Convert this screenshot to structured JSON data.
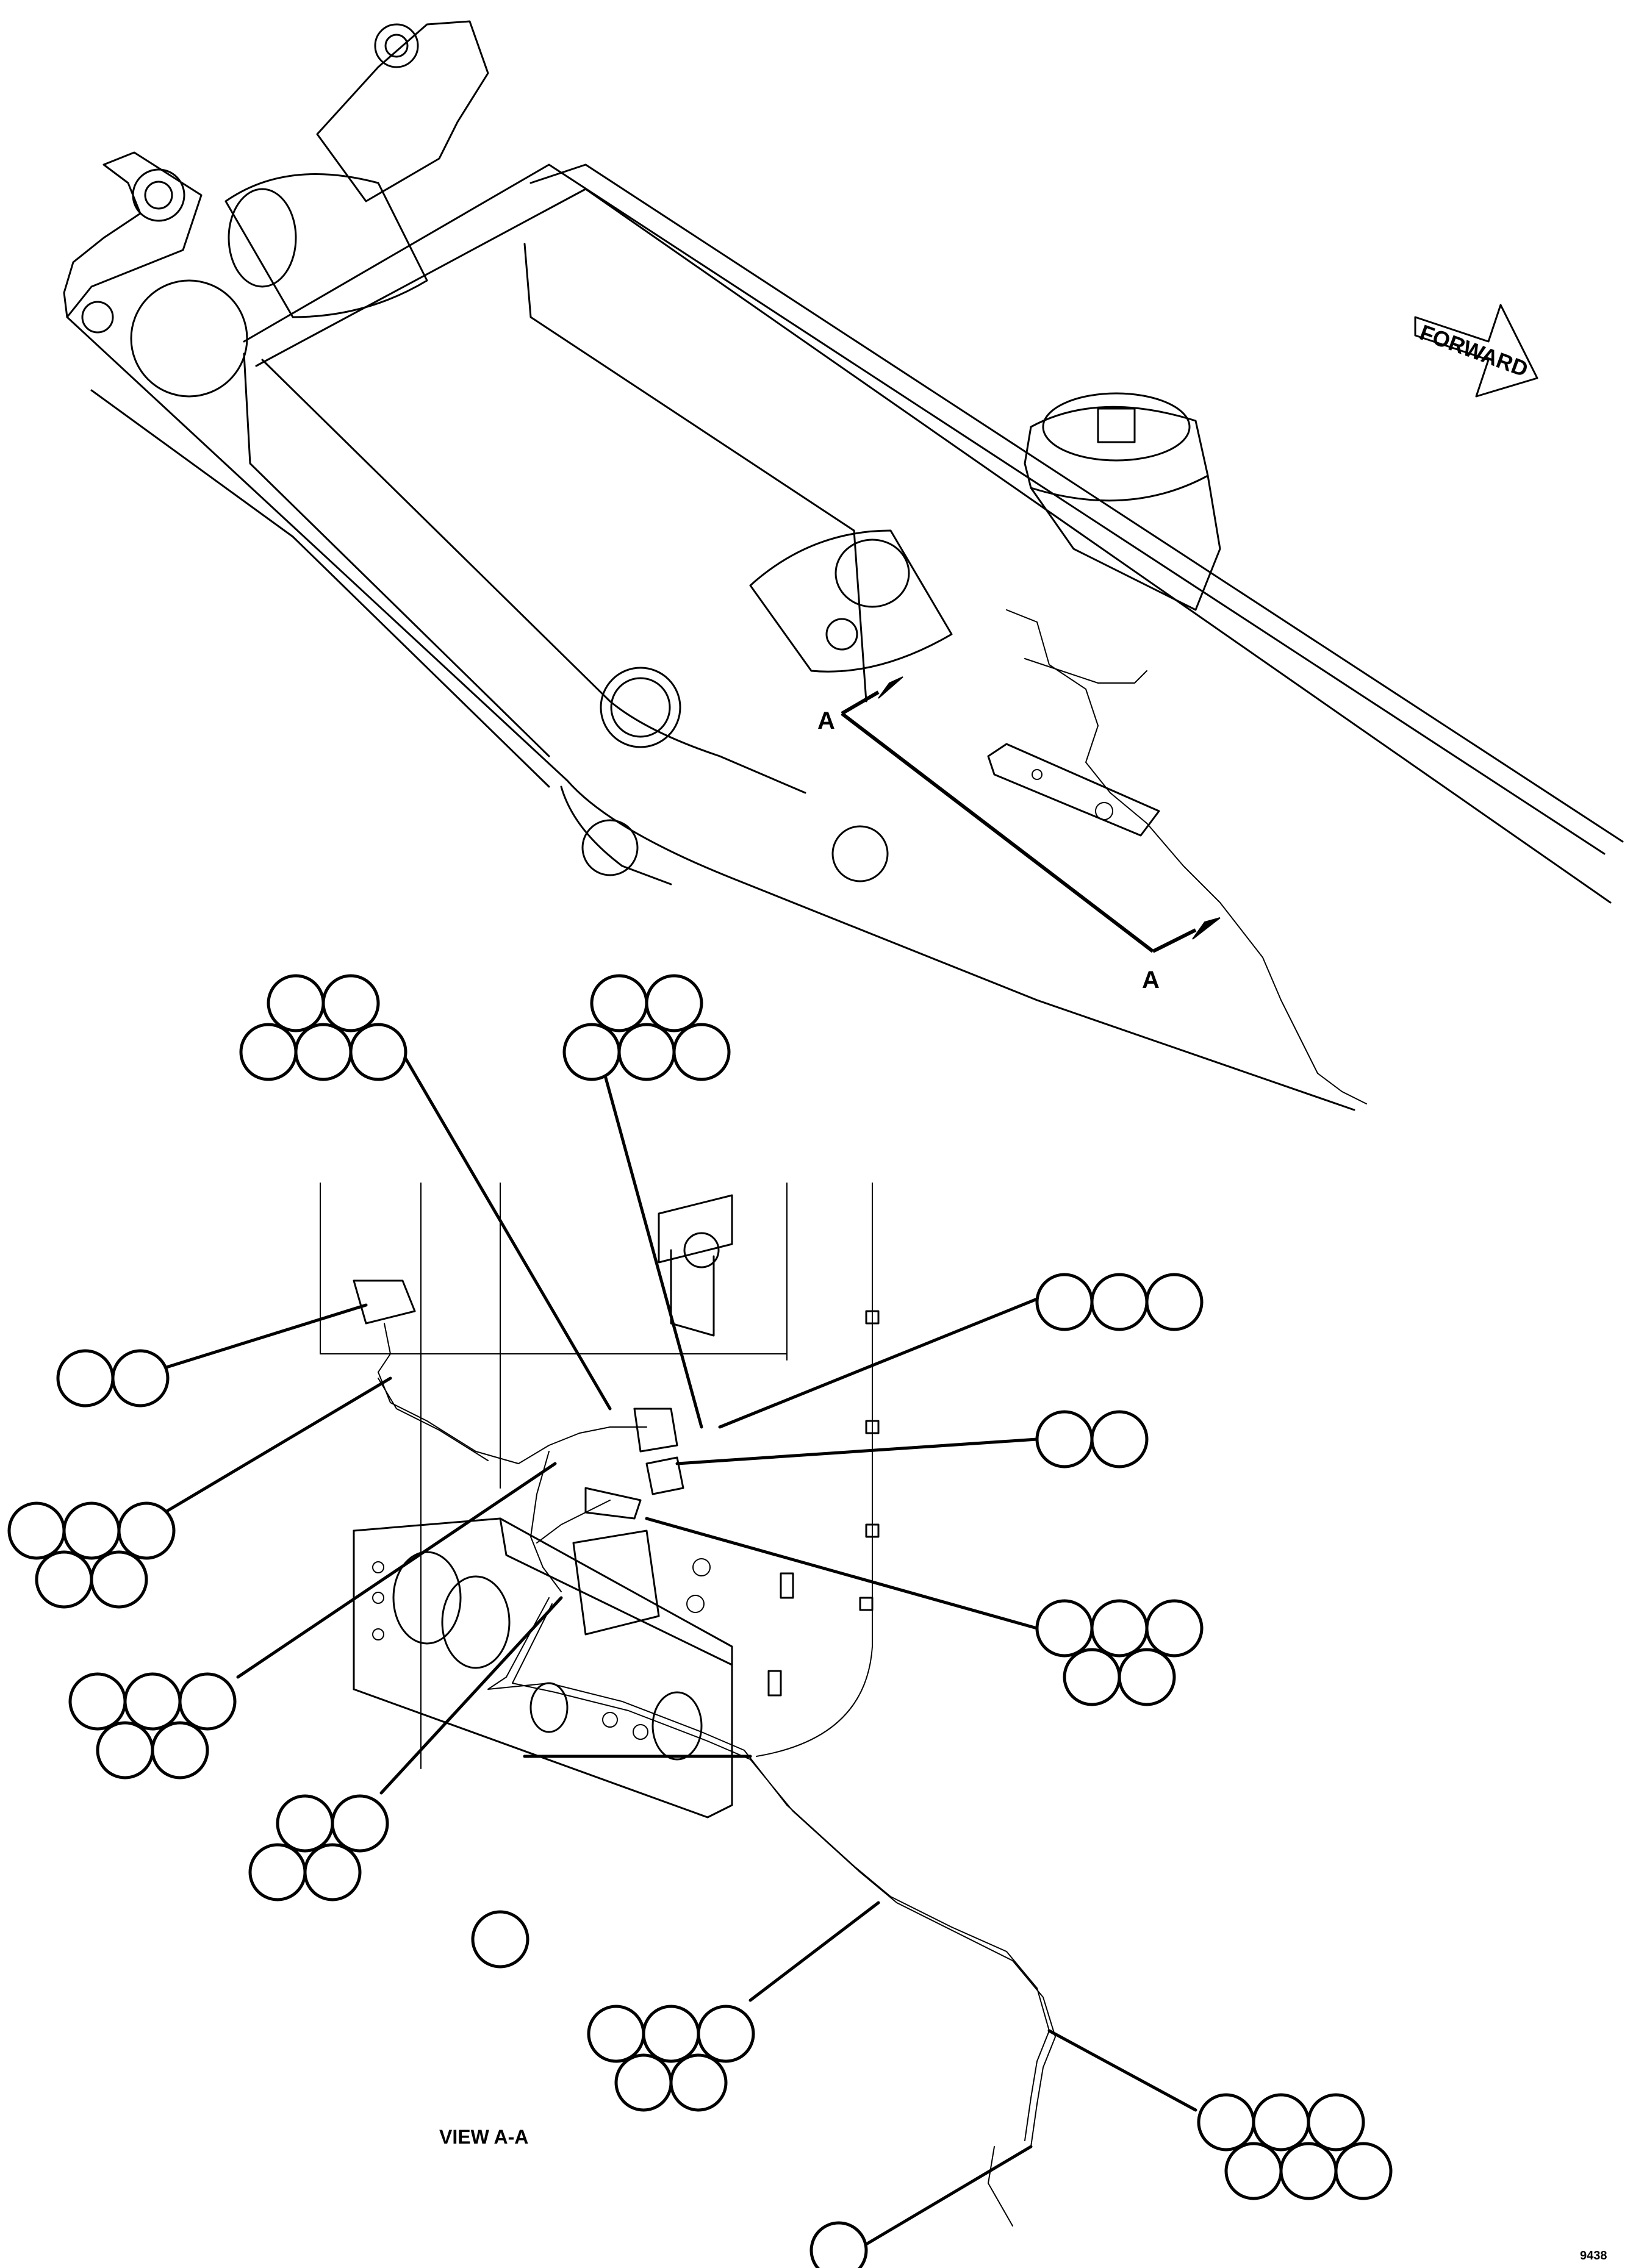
{
  "labels": {
    "forward": "FORWARD",
    "section_start": "A",
    "section_end": "A",
    "view": "VIEW A-A",
    "sheet_code": "9438"
  },
  "callout_groups": [
    {
      "name": "callout-top-left",
      "count": 5
    },
    {
      "name": "callout-top-center",
      "count": 5
    },
    {
      "name": "callout-right-1",
      "count": 3
    },
    {
      "name": "callout-left-1",
      "count": 2
    },
    {
      "name": "callout-right-2",
      "count": 2
    },
    {
      "name": "callout-left-2",
      "count": 5
    },
    {
      "name": "callout-right-3",
      "count": 5
    },
    {
      "name": "callout-left-3",
      "count": 5
    },
    {
      "name": "callout-left-4",
      "count": 4
    },
    {
      "name": "callout-single-1",
      "count": 1
    },
    {
      "name": "callout-bottom-center",
      "count": 5
    },
    {
      "name": "callout-bottom-right",
      "count": 6
    },
    {
      "name": "callout-single-2",
      "count": 1
    }
  ]
}
